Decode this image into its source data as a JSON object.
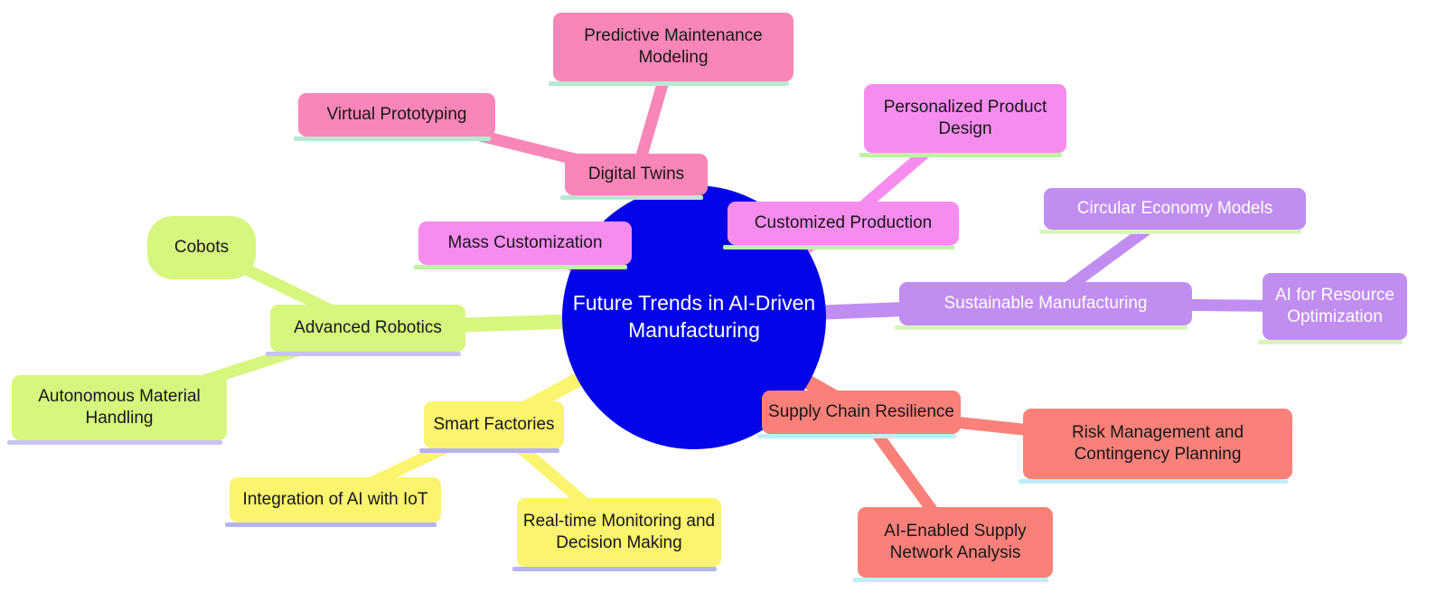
{
  "diagram_title": "Future Trends in AI-Driven Manufacturing",
  "center": {
    "label": "Future Trends in AI-Driven Manufacturing",
    "fill": "#0304e8",
    "text_color": "#ffffff"
  },
  "sections": {
    "digital_twins": {
      "fill": "#f886b8",
      "underline": "#b9e8d2",
      "text_color": "#171717"
    },
    "customization": {
      "fill": "#f78cef",
      "underline": "#c1f0a6",
      "text_color": "#171717"
    },
    "sustainable": {
      "fill": "#c18df1",
      "underline": "#d8f6bc",
      "text_color": "#ffffff"
    },
    "robotics": {
      "fill": "#d6f67e",
      "underline": "#c7c4f2",
      "text_color": "#171717"
    },
    "smart_factories": {
      "fill": "#faf46f",
      "underline": "#b6b4ee",
      "text_color": "#171717"
    },
    "supply_chain": {
      "fill": "#f9817a",
      "underline": "#bfeef8",
      "text_color": "#171717"
    }
  },
  "nodes": {
    "digital_twins": {
      "label": "Digital Twins",
      "section": "digital_twins",
      "parent": "center"
    },
    "predictive_maintenance": {
      "label": "Predictive Maintenance Modeling",
      "section": "digital_twins",
      "parent": "digital_twins"
    },
    "virtual_prototyping": {
      "label": "Virtual Prototyping",
      "section": "digital_twins",
      "parent": "digital_twins"
    },
    "mass_customization": {
      "label": "Mass Customization",
      "section": "customization",
      "parent": "center"
    },
    "customized_production": {
      "label": "Customized Production",
      "section": "customization",
      "parent": "center"
    },
    "personalized_product_design": {
      "label": "Personalized Product Design",
      "section": "customization",
      "parent": "customized_production"
    },
    "sustainable_manufacturing": {
      "label": "Sustainable Manufacturing",
      "section": "sustainable",
      "parent": "center"
    },
    "circular_economy_models": {
      "label": "Circular Economy Models",
      "section": "sustainable",
      "parent": "sustainable_manufacturing"
    },
    "ai_resource_optimization": {
      "label": "AI for Resource Optimization",
      "section": "sustainable",
      "parent": "sustainable_manufacturing"
    },
    "advanced_robotics": {
      "label": "Advanced Robotics",
      "section": "robotics",
      "parent": "center"
    },
    "cobots": {
      "label": "Cobots",
      "section": "robotics",
      "parent": "advanced_robotics"
    },
    "autonomous_material_handling": {
      "label": "Autonomous Material Handling",
      "section": "robotics",
      "parent": "advanced_robotics"
    },
    "smart_factories": {
      "label": "Smart Factories",
      "section": "smart_factories",
      "parent": "center"
    },
    "integration_ai_iot": {
      "label": "Integration of AI with IoT",
      "section": "smart_factories",
      "parent": "smart_factories"
    },
    "realtime_monitoring": {
      "label": "Real-time Monitoring and Decision Making",
      "section": "smart_factories",
      "parent": "smart_factories"
    },
    "supply_chain_resilience": {
      "label": "Supply Chain Resilience",
      "section": "supply_chain",
      "parent": "center"
    },
    "risk_management": {
      "label": "Risk Management and Contingency Planning",
      "section": "supply_chain",
      "parent": "supply_chain_resilience"
    },
    "ai_enabled_supply": {
      "label": "AI-Enabled Supply Network Analysis",
      "section": "supply_chain",
      "parent": "supply_chain_resilience"
    }
  }
}
